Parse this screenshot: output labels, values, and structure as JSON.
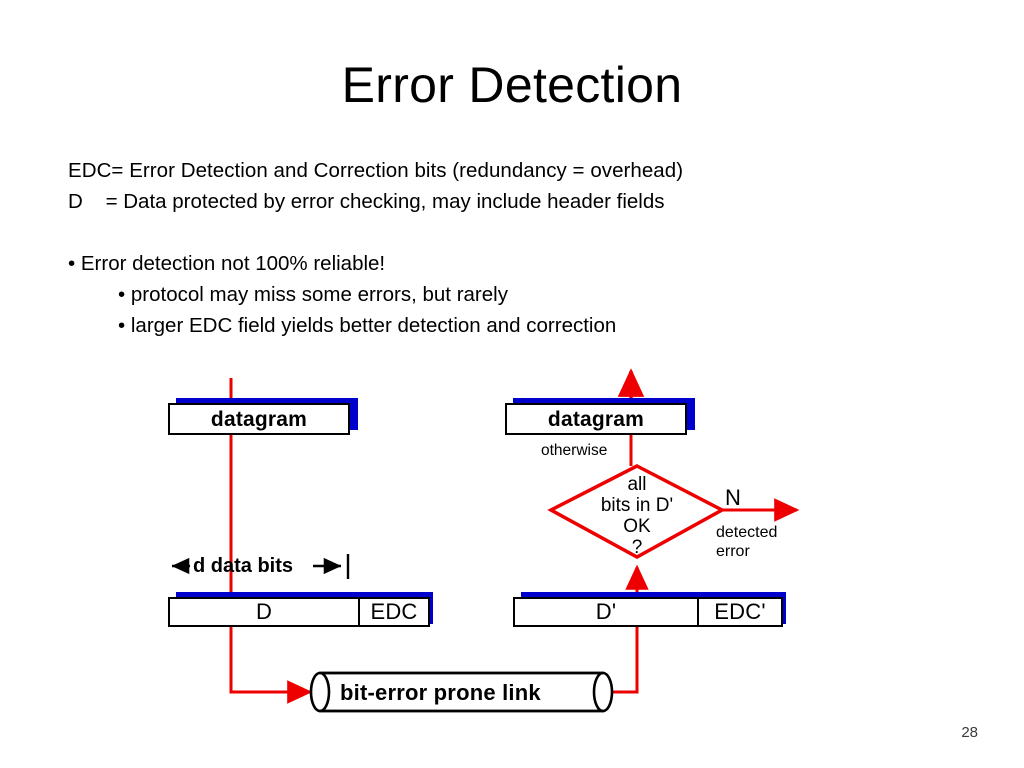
{
  "slide": {
    "title": "Error Detection",
    "page_number": "28"
  },
  "body": {
    "lines": [
      "EDC= Error Detection and Correction bits (redundancy = overhead)",
      "D    = Data protected by error checking, may include header fields"
    ],
    "bullets": [
      {
        "level": 1,
        "text": "• Error detection not 100% reliable!"
      },
      {
        "level": 2,
        "text": "• protocol may miss some errors, but rarely"
      },
      {
        "level": 2,
        "text": "• larger EDC field yields better detection and correction"
      }
    ]
  },
  "diagram": {
    "sender": {
      "datagram_label": "datagram",
      "data_field_label": "D",
      "edc_field_label": "EDC",
      "width_annotation": "d data bits"
    },
    "receiver": {
      "datagram_label": "datagram",
      "data_field_label": "D'",
      "edc_field_label": "EDC'",
      "decision": {
        "line1": "all",
        "line2": "bits in D'",
        "line3": "OK",
        "line4": "?"
      },
      "yes_branch_label": "otherwise",
      "no_branch_label": "N",
      "no_branch_sub_line1": "detected",
      "no_branch_sub_line2": "error"
    },
    "channel": {
      "label": "bit-error prone link"
    }
  },
  "colors": {
    "flow_red": "#EE0000",
    "shadow_blue": "#0000CC",
    "outline_black": "#000000",
    "background": "#FFFFFF"
  }
}
